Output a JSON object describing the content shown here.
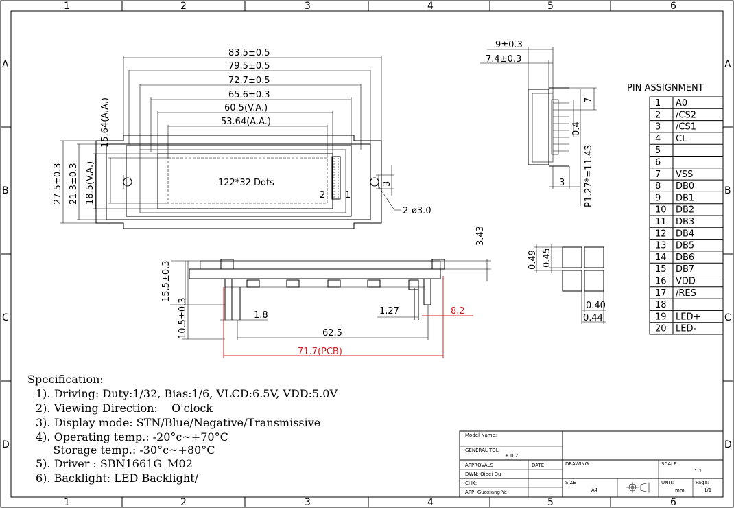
{
  "frame": {
    "cols": [
      "1",
      "2",
      "3",
      "4",
      "5",
      "6"
    ],
    "rows": [
      "A",
      "B",
      "C",
      "D"
    ]
  },
  "top_view": {
    "dims_h": [
      "83.5±0.5",
      "79.5±0.5",
      "72.7±0.5",
      "65.6±0.3",
      "60.5(V.A.)",
      "53.64(A.A.)"
    ],
    "dims_v": [
      "27.5±0.3",
      "21.3±0.3",
      "18.5(V.A.)",
      "15.64(A.A.)"
    ],
    "dots_label": "122*32 Dots",
    "pin2": "2",
    "pin1": "1",
    "hole_dim": "3",
    "hole_note": "2-ø3.0"
  },
  "side_view": {
    "dim_top1": "9±0.3",
    "dim_top2": "7.4±0.3",
    "dim_7": "7",
    "dim_04": "0.4",
    "dim_3": "3",
    "pitch": "P1.27*=11.43"
  },
  "detail": {
    "d049": "0.49",
    "d045": "0.45",
    "d040": "0.40",
    "d044": "0.44"
  },
  "front_view": {
    "dim_343": "3.43",
    "dim_155": "15.5±0.3",
    "dim_105": "10.5±0.3",
    "dim_18": "1.8",
    "dim_127": "1.27",
    "dim_82": "8.2",
    "dim_625": "62.5",
    "dim_pcb": "71.7(PCB)"
  },
  "pin_assignment": {
    "title": "PIN ASSIGNMENT",
    "pins": [
      {
        "n": "1",
        "s": "A0"
      },
      {
        "n": "2",
        "s": "/CS2"
      },
      {
        "n": "3",
        "s": "/CS1"
      },
      {
        "n": "4",
        "s": "CL"
      },
      {
        "n": "5",
        "s": ""
      },
      {
        "n": "6",
        "s": ""
      },
      {
        "n": "7",
        "s": "VSS"
      },
      {
        "n": "8",
        "s": "DB0"
      },
      {
        "n": "9",
        "s": "DB1"
      },
      {
        "n": "10",
        "s": "DB2"
      },
      {
        "n": "11",
        "s": "DB3"
      },
      {
        "n": "12",
        "s": "DB4"
      },
      {
        "n": "13",
        "s": "DB5"
      },
      {
        "n": "14",
        "s": "DB6"
      },
      {
        "n": "15",
        "s": "DB7"
      },
      {
        "n": "16",
        "s": "VDD"
      },
      {
        "n": "17",
        "s": "/RES"
      },
      {
        "n": "18",
        "s": ""
      },
      {
        "n": "19",
        "s": "LED+"
      },
      {
        "n": "20",
        "s": "LED-"
      }
    ]
  },
  "spec": {
    "title": "Specification:",
    "lines": [
      "1). Driving: Duty:1/32, Bias:1/6, VLCD:6.5V, VDD:5.0V",
      "2). Viewing Direction:    O'clock",
      "3). Display mode: STN/Blue/Negative/Transmissive",
      "4). Operating temp.: -20°c~+70°C",
      "     Storage temp.: -30°c~+80°C",
      "5). Driver : SBN1661G_M02",
      "6). Backlight: LED Backlight/"
    ]
  },
  "title_block": {
    "model": "Model Name:",
    "gen_tol": "GENERAL TOL:",
    "tol_val": "± 0.2",
    "approvals": "APPROVALS",
    "date": "DATE",
    "dwn": "DWN: Qipei Qu",
    "chk": "CHK:",
    "app": "APP: Guoxiang Ye",
    "drawing": "DRAWING",
    "scale": "SCALE",
    "scale_val": "1:1",
    "size": "SIZE",
    "size_val": "A4",
    "unit": "UNIT:",
    "unit_val": "mm",
    "page": "Page:",
    "page_val": "1/1"
  }
}
